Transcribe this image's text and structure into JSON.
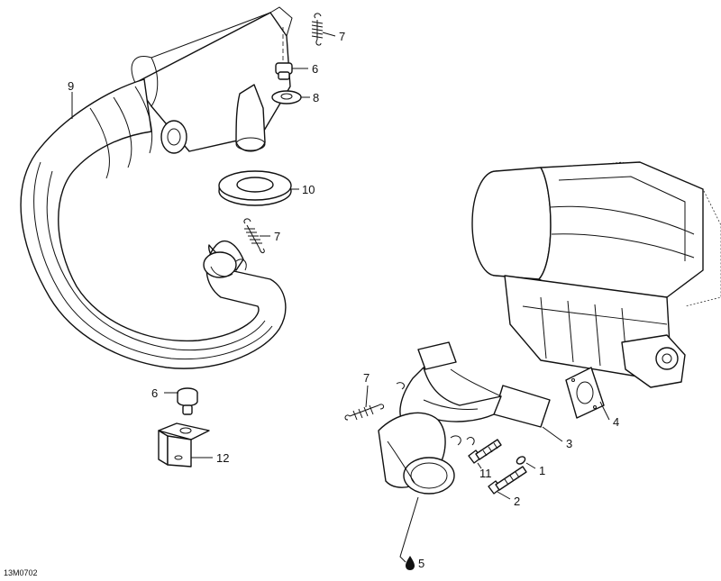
{
  "diagram": {
    "reference_code": "13M0702",
    "callouts": [
      {
        "id": "c7a",
        "label": "7"
      },
      {
        "id": "c6a",
        "label": "6"
      },
      {
        "id": "c8",
        "label": "8"
      },
      {
        "id": "c9",
        "label": "9"
      },
      {
        "id": "c10",
        "label": "10"
      },
      {
        "id": "c7b",
        "label": "7"
      },
      {
        "id": "c6b",
        "label": "6"
      },
      {
        "id": "c12",
        "label": "12"
      },
      {
        "id": "c7c",
        "label": "7"
      },
      {
        "id": "c4",
        "label": "4"
      },
      {
        "id": "c3",
        "label": "3"
      },
      {
        "id": "c11",
        "label": "11"
      },
      {
        "id": "c1",
        "label": "1"
      },
      {
        "id": "c2",
        "label": "2"
      },
      {
        "id": "c5",
        "label": "5"
      }
    ],
    "icons": {
      "lubricant": "drop-icon"
    }
  }
}
